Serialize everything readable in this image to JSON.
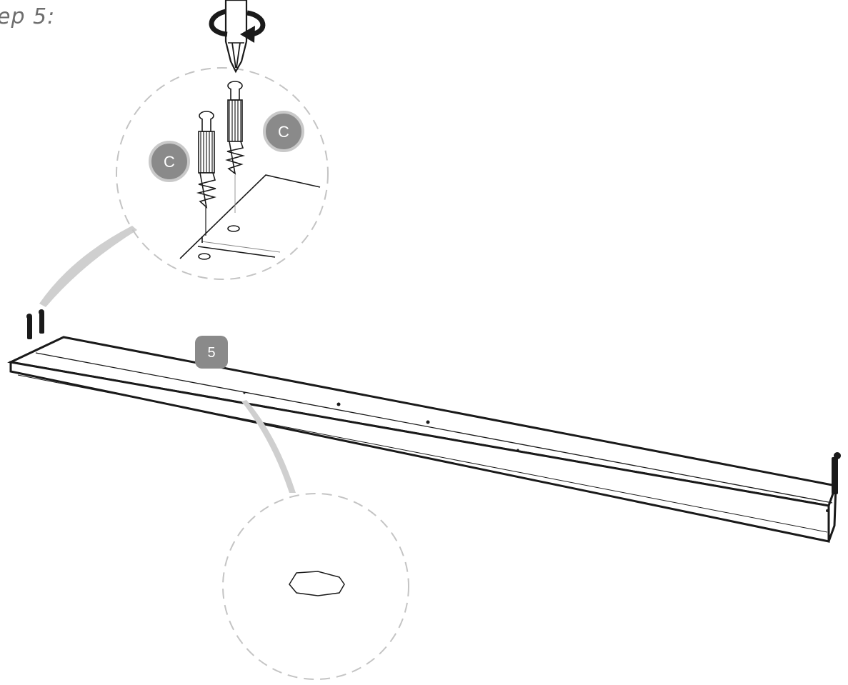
{
  "step": {
    "title": "ep 5:"
  },
  "parts": {
    "cam_bolt_label": "C",
    "panel_number": "5"
  },
  "colors": {
    "badge": "#8a8a8a",
    "badge_ring": "#c9c9c9",
    "lines": "#1a1a1a",
    "callout": "#cccccc"
  },
  "icons": [
    "rotation-arrow-icon",
    "screwdriver-icon",
    "cam-bolt-icon"
  ]
}
